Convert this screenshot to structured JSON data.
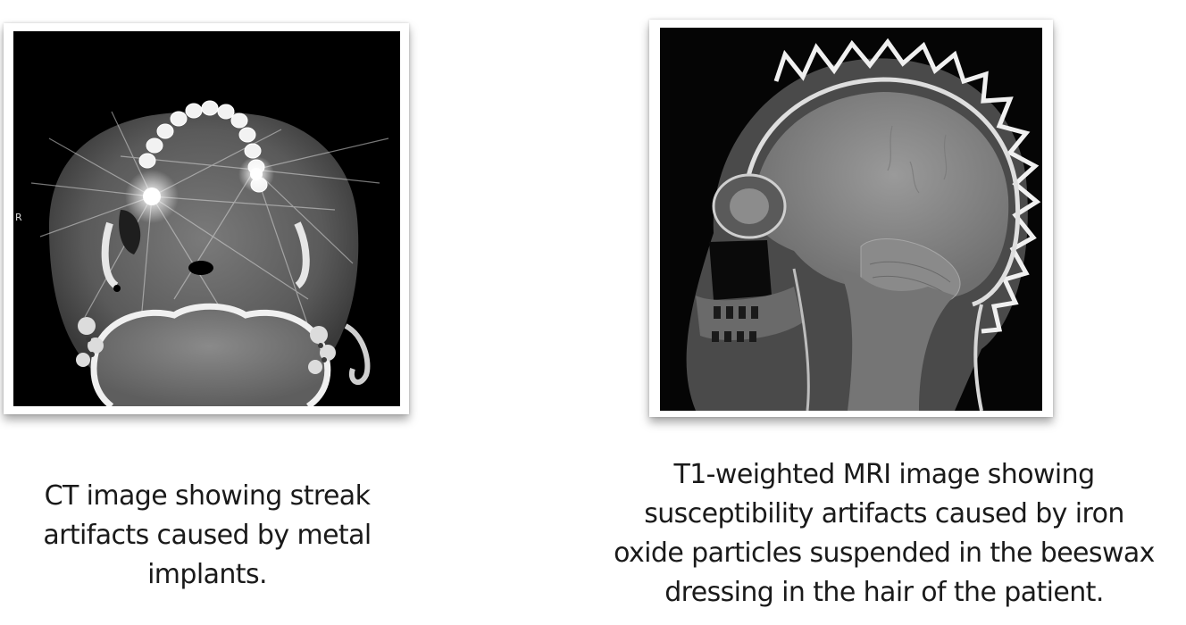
{
  "figures": [
    {
      "id": "ct",
      "image_label": "R",
      "caption_lines": [
        "CT image showing streak",
        "artifacts caused by metal",
        "implants."
      ]
    },
    {
      "id": "mri",
      "caption_lines": [
        "T1-weighted MRI image showing",
        "susceptibility artifacts caused by iron",
        "oxide particles suspended in the beeswax",
        "dressing in the hair of the patient."
      ]
    }
  ],
  "colors": {
    "scan_background": "#000000",
    "caption_text": "#1a1a1a"
  }
}
